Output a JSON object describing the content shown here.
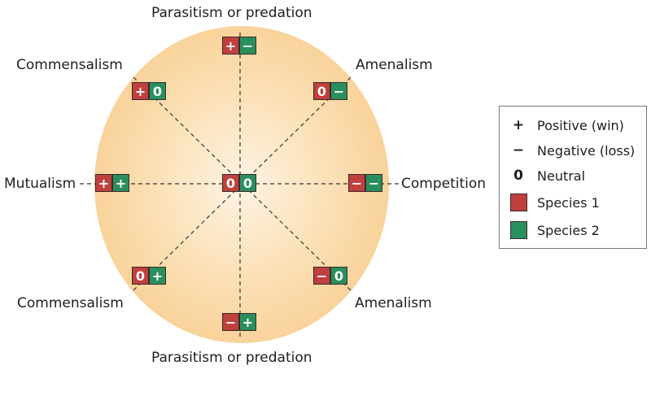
{
  "labels": {
    "top": "Parasitism or predation",
    "bottom": "Parasitism or predation",
    "upper_left": "Commensalism",
    "upper_right": "Amenalism",
    "left": "Mutualism",
    "right": "Competition",
    "lower_left": "Commensalism",
    "lower_right": "Amenalism"
  },
  "pairs": {
    "top": [
      "+",
      "−"
    ],
    "upper_left": [
      "+",
      "0"
    ],
    "upper_right": [
      "0",
      "−"
    ],
    "left": [
      "+",
      "+"
    ],
    "center": [
      "0",
      "0"
    ],
    "right": [
      "−",
      "−"
    ],
    "lower_left": [
      "0",
      "+"
    ],
    "lower_right": [
      "−",
      "0"
    ],
    "bottom": [
      "−",
      "+"
    ]
  },
  "legend": {
    "items": [
      {
        "symbol": "+",
        "text": "Positive (win)"
      },
      {
        "symbol": "−",
        "text": "Negative (loss)"
      },
      {
        "symbol": "0",
        "text": "Neutral"
      },
      {
        "text": "Species 1",
        "color": "#c0403e"
      },
      {
        "text": "Species 2",
        "color": "#2a8f5e"
      }
    ]
  },
  "colors": {
    "species1": "#c0403e",
    "species2": "#2a8f5e",
    "circle_outer": "#f6c47e",
    "circle_inner": "#fdf3e3"
  }
}
